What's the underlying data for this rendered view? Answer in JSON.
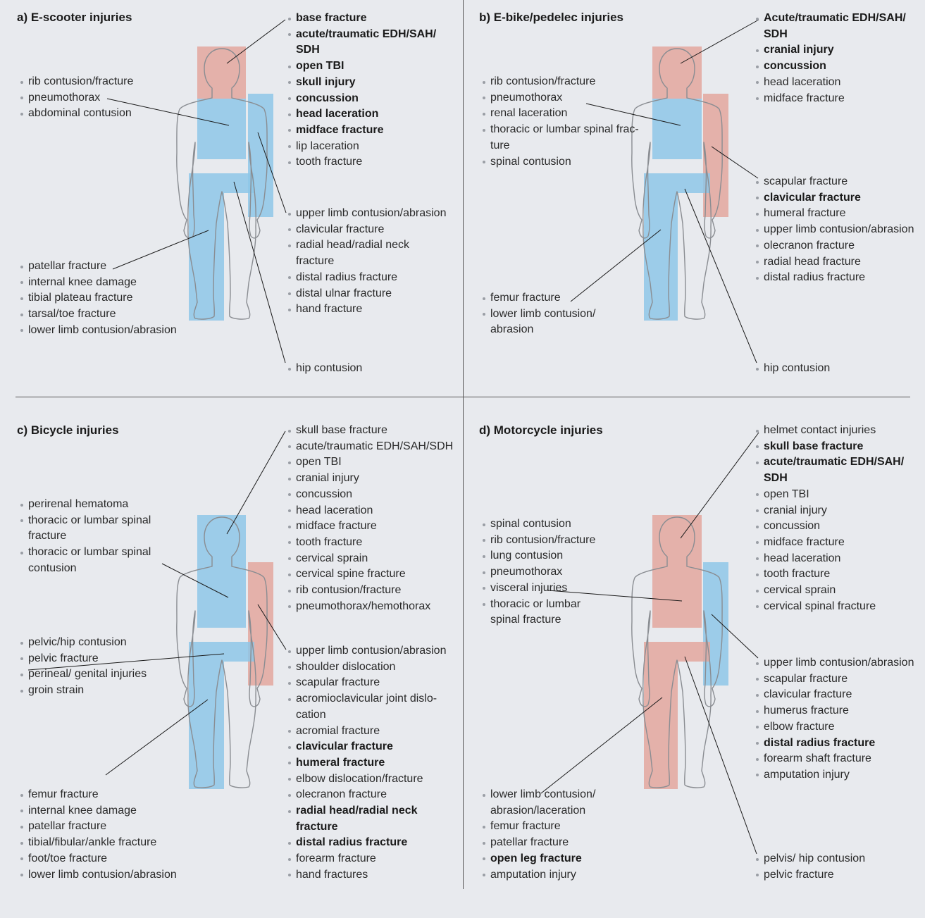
{
  "colors": {
    "background": "#e8eaee",
    "red_region": "#e3a79d",
    "blue_region": "#8ec7e8",
    "divider": "#555555",
    "body_outline": "#8a8d92",
    "bullet": "#9a9ea5"
  },
  "panels": [
    {
      "title": "a) E-scooter injuries",
      "lists": [
        {
          "items": [
            {
              "text": "base fracture",
              "bold": true
            },
            {
              "text": "acute/traumatic EDH/SAH/\nSDH",
              "bold": true
            },
            {
              "text": "open TBI",
              "bold": true
            },
            {
              "text": "skull injury",
              "bold": true
            },
            {
              "text": "concussion",
              "bold": true
            },
            {
              "text": "head laceration",
              "bold": true
            },
            {
              "text": "midface fracture",
              "bold": true
            },
            {
              "text": "lip laceration",
              "bold": false
            },
            {
              "text": "tooth fracture",
              "bold": false
            }
          ]
        },
        {
          "items": [
            {
              "text": "rib contusion/fracture",
              "bold": false
            },
            {
              "text": "pneumothorax",
              "bold": false
            },
            {
              "text": "abdominal contusion",
              "bold": false
            }
          ]
        },
        {
          "items": [
            {
              "text": "upper limb contusion/abrasion",
              "bold": false
            },
            {
              "text": "clavicular fracture",
              "bold": false
            },
            {
              "text": "radial head/radial neck\nfracture",
              "bold": false
            },
            {
              "text": "distal radius fracture",
              "bold": false
            },
            {
              "text": "distal ulnar fracture",
              "bold": false
            },
            {
              "text": "hand fracture",
              "bold": false
            }
          ]
        },
        {
          "items": [
            {
              "text": "patellar fracture",
              "bold": false
            },
            {
              "text": "internal knee damage",
              "bold": false
            },
            {
              "text": "tibial plateau fracture",
              "bold": false
            },
            {
              "text": "tarsal/toe fracture",
              "bold": false
            },
            {
              "text": "lower limb contusion/abrasion",
              "bold": false
            }
          ]
        },
        {
          "items": [
            {
              "text": "hip contusion",
              "bold": false
            }
          ]
        }
      ]
    },
    {
      "title": "b) E-bike/pedelec injuries",
      "lists": [
        {
          "items": [
            {
              "text": "Acute/traumatic EDH/SAH/\nSDH",
              "bold": true
            },
            {
              "text": "cranial injury",
              "bold": true
            },
            {
              "text": "concussion",
              "bold": true
            },
            {
              "text": "head laceration",
              "bold": false
            },
            {
              "text": "midface fracture",
              "bold": false
            }
          ]
        },
        {
          "items": [
            {
              "text": "rib contusion/fracture",
              "bold": false
            },
            {
              "text": "pneumothorax",
              "bold": false
            },
            {
              "text": "renal laceration",
              "bold": false
            },
            {
              "text": "thoracic or lumbar spinal frac-\nture",
              "bold": false
            },
            {
              "text": "spinal contusion",
              "bold": false
            }
          ]
        },
        {
          "items": [
            {
              "text": "scapular fracture",
              "bold": false
            },
            {
              "text": "clavicular fracture",
              "bold": true
            },
            {
              "text": "humeral fracture",
              "bold": false
            },
            {
              "text": "upper limb contusion/abrasion",
              "bold": false
            },
            {
              "text": "olecranon fracture",
              "bold": false
            },
            {
              "text": "radial head fracture",
              "bold": false
            },
            {
              "text": "distal radius fracture",
              "bold": false
            }
          ]
        },
        {
          "items": [
            {
              "text": "femur fracture",
              "bold": false
            },
            {
              "text": "lower limb contusion/\nabrasion",
              "bold": false
            }
          ]
        },
        {
          "items": [
            {
              "text": "hip contusion",
              "bold": false
            }
          ]
        }
      ]
    },
    {
      "title": "c) Bicycle injuries",
      "lists": [
        {
          "items": [
            {
              "text": "skull base fracture",
              "bold": false
            },
            {
              "text": "acute/traumatic EDH/SAH/SDH",
              "bold": false
            },
            {
              "text": "open TBI",
              "bold": false
            },
            {
              "text": "cranial injury",
              "bold": false
            },
            {
              "text": "concussion",
              "bold": false
            },
            {
              "text": "head laceration",
              "bold": false
            },
            {
              "text": "midface fracture",
              "bold": false
            },
            {
              "text": "tooth fracture",
              "bold": false
            },
            {
              "text": "cervical sprain",
              "bold": false
            },
            {
              "text": "cervical spine fracture",
              "bold": false
            },
            {
              "text": "rib contusion/fracture",
              "bold": false
            },
            {
              "text": "pneumothorax/hemothorax",
              "bold": false
            }
          ]
        },
        {
          "items": [
            {
              "text": "perirenal hematoma",
              "bold": false
            },
            {
              "text": "thoracic or lumbar spinal\nfracture",
              "bold": false
            },
            {
              "text": "thoracic or lumbar spinal\ncontusion",
              "bold": false
            }
          ]
        },
        {
          "items": [
            {
              "text": "upper limb contusion/abrasion",
              "bold": false
            },
            {
              "text": "shoulder dislocation",
              "bold": false
            },
            {
              "text": "scapular fracture",
              "bold": false
            },
            {
              "text": "acromioclavicular joint dislo-\ncation",
              "bold": false
            },
            {
              "text": "acromial fracture",
              "bold": false
            },
            {
              "text": "clavicular fracture",
              "bold": true
            },
            {
              "text": "humeral fracture",
              "bold": true
            },
            {
              "text": "elbow dislocation/fracture",
              "bold": false
            },
            {
              "text": "olecranon fracture",
              "bold": false
            },
            {
              "text": "radial head/radial neck\nfracture",
              "bold": true
            },
            {
              "text": "distal radius fracture",
              "bold": true
            },
            {
              "text": "forearm fracture",
              "bold": false
            },
            {
              "text": "hand fractures",
              "bold": false
            }
          ]
        },
        {
          "items": [
            {
              "text": "pelvic/hip contusion",
              "bold": false
            },
            {
              "text": "pelvic fracture",
              "bold": false
            },
            {
              "text": "perineal/ genital injuries",
              "bold": false
            },
            {
              "text": "groin strain",
              "bold": false
            }
          ]
        },
        {
          "items": [
            {
              "text": "femur fracture",
              "bold": false
            },
            {
              "text": "internal knee damage",
              "bold": false
            },
            {
              "text": "patellar fracture",
              "bold": false
            },
            {
              "text": "tibial/fibular/ankle fracture",
              "bold": false
            },
            {
              "text": "foot/toe fracture",
              "bold": false
            },
            {
              "text": "lower limb contusion/abrasion",
              "bold": false
            }
          ]
        }
      ]
    },
    {
      "title": "d) Motorcycle injuries",
      "lists": [
        {
          "items": [
            {
              "text": "helmet contact injuries",
              "bold": false
            },
            {
              "text": "skull base fracture",
              "bold": true
            },
            {
              "text": "acute/traumatic EDH/SAH/\nSDH",
              "bold": true
            },
            {
              "text": "open TBI",
              "bold": false
            },
            {
              "text": "cranial injury",
              "bold": false
            },
            {
              "text": "concussion",
              "bold": false
            },
            {
              "text": "midface fracture",
              "bold": false
            },
            {
              "text": "head laceration",
              "bold": false
            },
            {
              "text": "tooth fracture",
              "bold": false
            },
            {
              "text": "cervical sprain",
              "bold": false
            },
            {
              "text": "cervical spinal fracture",
              "bold": false
            }
          ]
        },
        {
          "items": [
            {
              "text": "spinal contusion",
              "bold": false
            },
            {
              "text": "rib contusion/fracture",
              "bold": false
            },
            {
              "text": "lung contusion",
              "bold": false
            },
            {
              "text": "pneumothorax",
              "bold": false
            },
            {
              "text": "visceral injuries",
              "bold": false
            },
            {
              "text": "thoracic or lumbar\nspinal fracture",
              "bold": false
            }
          ]
        },
        {
          "items": [
            {
              "text": "upper limb contusion/abrasion",
              "bold": false
            },
            {
              "text": "scapular fracture",
              "bold": false
            },
            {
              "text": "clavicular fracture",
              "bold": false
            },
            {
              "text": "humerus fracture",
              "bold": false
            },
            {
              "text": "elbow fracture",
              "bold": false
            },
            {
              "text": "distal radius fracture",
              "bold": true
            },
            {
              "text": "forearm shaft fracture",
              "bold": false
            },
            {
              "text": "amputation injury",
              "bold": false
            }
          ]
        },
        {
          "items": [
            {
              "text": "lower limb contusion/\nabrasion/laceration",
              "bold": false
            },
            {
              "text": "femur fracture",
              "bold": false
            },
            {
              "text": "patellar fracture",
              "bold": false
            },
            {
              "text": "open leg fracture",
              "bold": true
            },
            {
              "text": "amputation injury",
              "bold": false
            }
          ]
        },
        {
          "items": [
            {
              "text": "pelvis/ hip contusion",
              "bold": false
            },
            {
              "text": "pelvic fracture",
              "bold": false
            }
          ]
        }
      ]
    }
  ]
}
